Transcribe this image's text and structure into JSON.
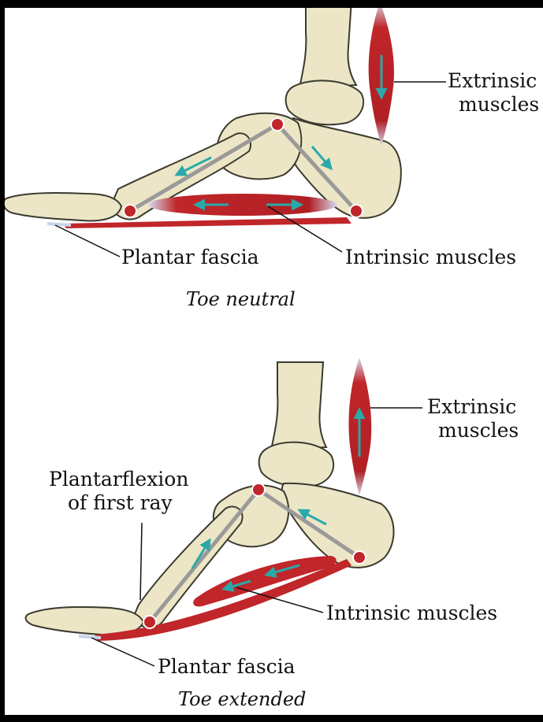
{
  "diagram": {
    "top_panel": {
      "label_extrinsic_line1": "Extrinsic",
      "label_extrinsic_line2": "muscles",
      "label_plantar_fascia": "Plantar fascia",
      "label_intrinsic": "Intrinsic muscles",
      "caption": "Toe neutral"
    },
    "bottom_panel": {
      "label_extrinsic_line1": "Extrinsic",
      "label_extrinsic_line2": "muscles",
      "label_plantarflexion_line1": "Plantarflexion",
      "label_plantarflexion_line2": "of first ray",
      "label_intrinsic": "Intrinsic muscles",
      "label_plantar_fascia": "Plantar fascia",
      "caption": "Toe extended"
    },
    "colors": {
      "bone": "#ECE6C6",
      "bone_outline": "#3A3A2E",
      "muscle": "#C0262A",
      "tendon": "#C9D3E8",
      "arrow": "#2AA9A9",
      "strut": "#9A9A9A"
    }
  }
}
